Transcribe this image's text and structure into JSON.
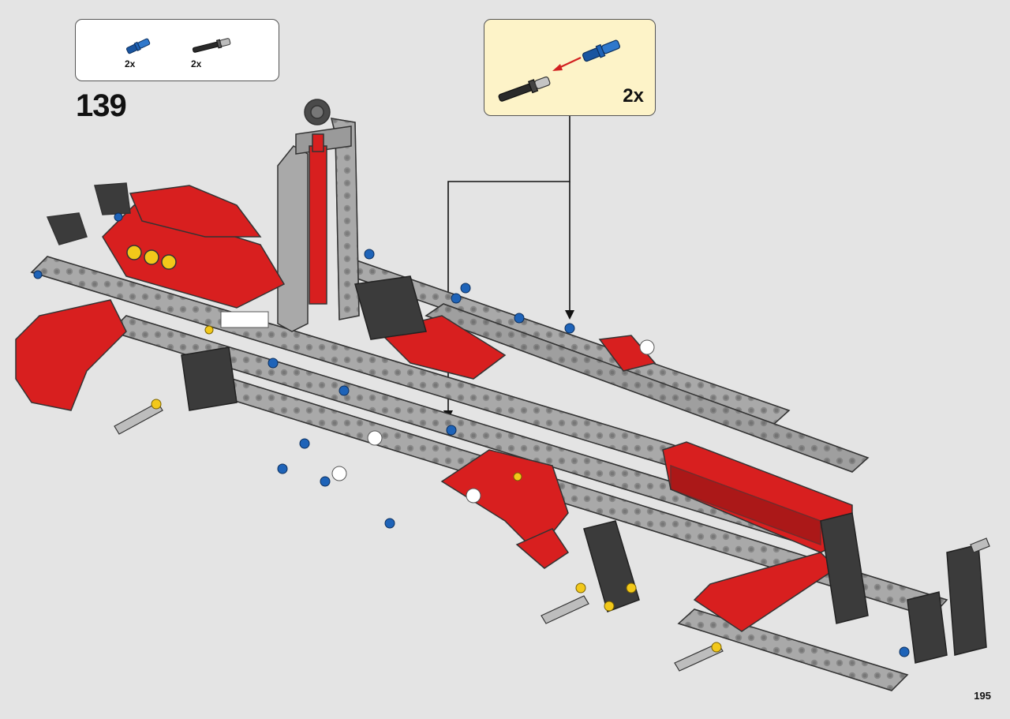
{
  "step": {
    "number": "139"
  },
  "parts_list": [
    {
      "name": "blue-axle-pin",
      "quantity": "2x",
      "color": "#1e63b8"
    },
    {
      "name": "black-axle-with-stop",
      "quantity": "2x",
      "color": "#2a2a2a"
    }
  ],
  "callout": {
    "quantity": "2x",
    "background": "#fdf3c8",
    "arrow_color": "#d22020"
  },
  "page": {
    "number": "195"
  },
  "colors": {
    "red": "#d81f1f",
    "light_gray": "#a9a9a9",
    "dark_gray": "#3b3b3b",
    "blue": "#1e63b8",
    "yellow": "#f2c81a"
  }
}
